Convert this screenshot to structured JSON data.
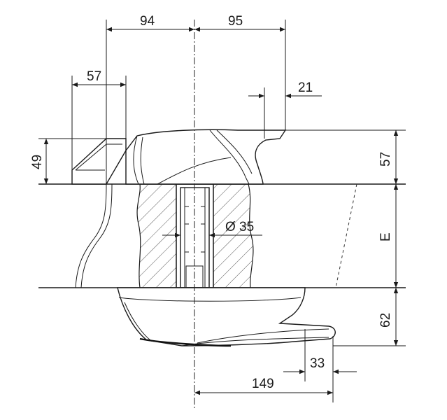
{
  "dimensions": {
    "d94": "94",
    "d95": "95",
    "d57_top": "57",
    "d21": "21",
    "d49": "49",
    "d57_right": "57",
    "d_dia": "Ø 35",
    "dE": "E",
    "d62": "62",
    "d33": "33",
    "d149": "149"
  },
  "colors": {
    "line": "#1a1a1a",
    "background": "#ffffff",
    "hatch": "#555555"
  }
}
